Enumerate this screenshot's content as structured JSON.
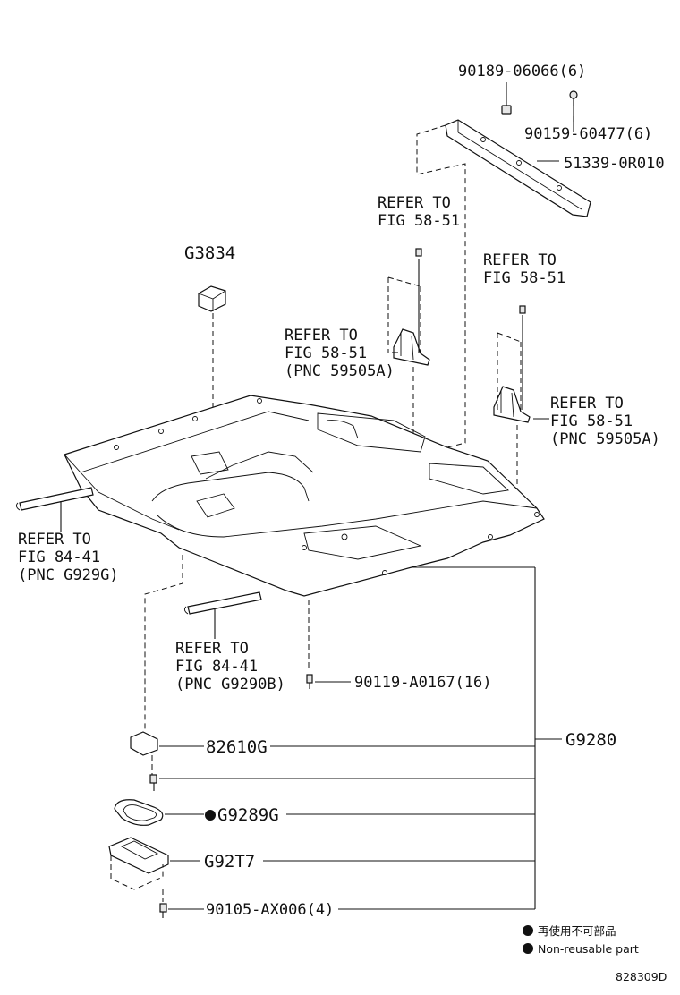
{
  "labels": {
    "p_90189": "90189-06066(6)",
    "p_90159": "90159-60477(6)",
    "p_51339": "51339-0R010",
    "p_g3834": "G3834",
    "p_90119": "90119-A0167(16)",
    "p_82610g": "82610G",
    "p_g9280": "G9280",
    "p_g9289g": "G9289G",
    "p_g92t7": "G92T7",
    "p_90105": "90105-AX006(4)"
  },
  "refs": {
    "r1": [
      "REFER TO",
      "FIG 58-51"
    ],
    "r2": [
      "REFER TO",
      "FIG 58-51"
    ],
    "r3": [
      "REFER TO",
      "FIG 58-51",
      "(PNC 59505A)"
    ],
    "r4": [
      "REFER TO",
      "FIG 58-51",
      "(PNC 59505A)"
    ],
    "r5": [
      "REFER TO",
      "FIG 84-41",
      "(PNC G929G)"
    ],
    "r6": [
      "REFER TO",
      "FIG 84-41",
      "(PNC G9290B)"
    ]
  },
  "legend": {
    "line1": "再使用不可部品",
    "line2": "Non-reusable part"
  },
  "footer": {
    "code": "828309D"
  }
}
